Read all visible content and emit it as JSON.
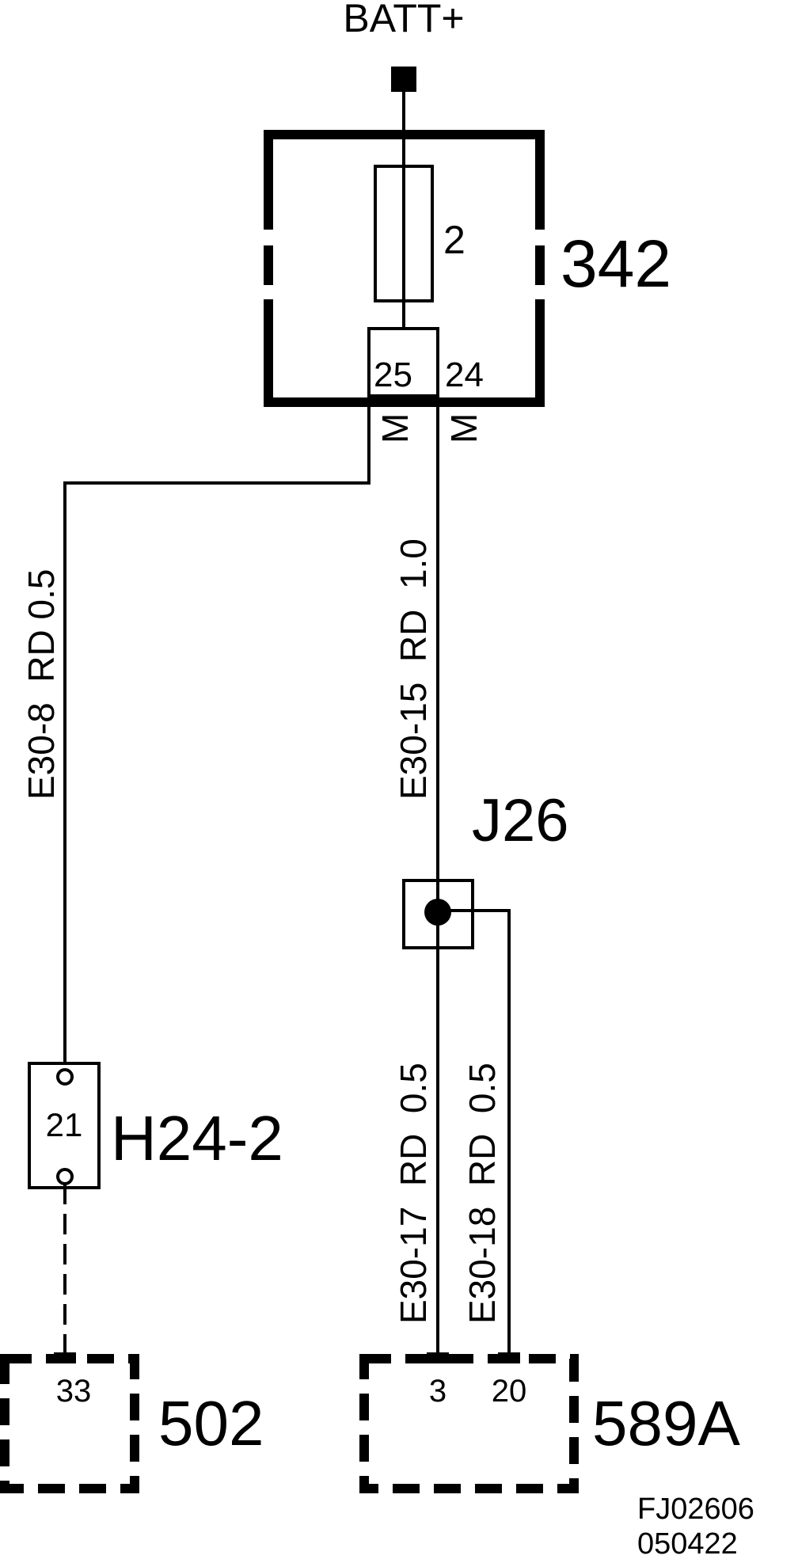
{
  "supply": {
    "label": "BATT+"
  },
  "fuse_box": {
    "id": "342",
    "fuse_number": "2",
    "pins": [
      "25",
      "24"
    ],
    "pin_types": [
      "M",
      "M"
    ]
  },
  "wires": {
    "w1": "E30-8  RD 0.5",
    "w2": "E30-15  RD  1.0",
    "w3": "E30-17  RD  0.5",
    "w4": "E30-18  RD  0.5"
  },
  "splice": {
    "id": "J26"
  },
  "connector": {
    "id": "H24-2",
    "pin": "21"
  },
  "components": [
    {
      "id": "502",
      "pin": "33"
    },
    {
      "id": "589A",
      "pins": [
        "3",
        "20"
      ]
    }
  ],
  "reference": {
    "code": "FJ02606",
    "date": "050422"
  }
}
